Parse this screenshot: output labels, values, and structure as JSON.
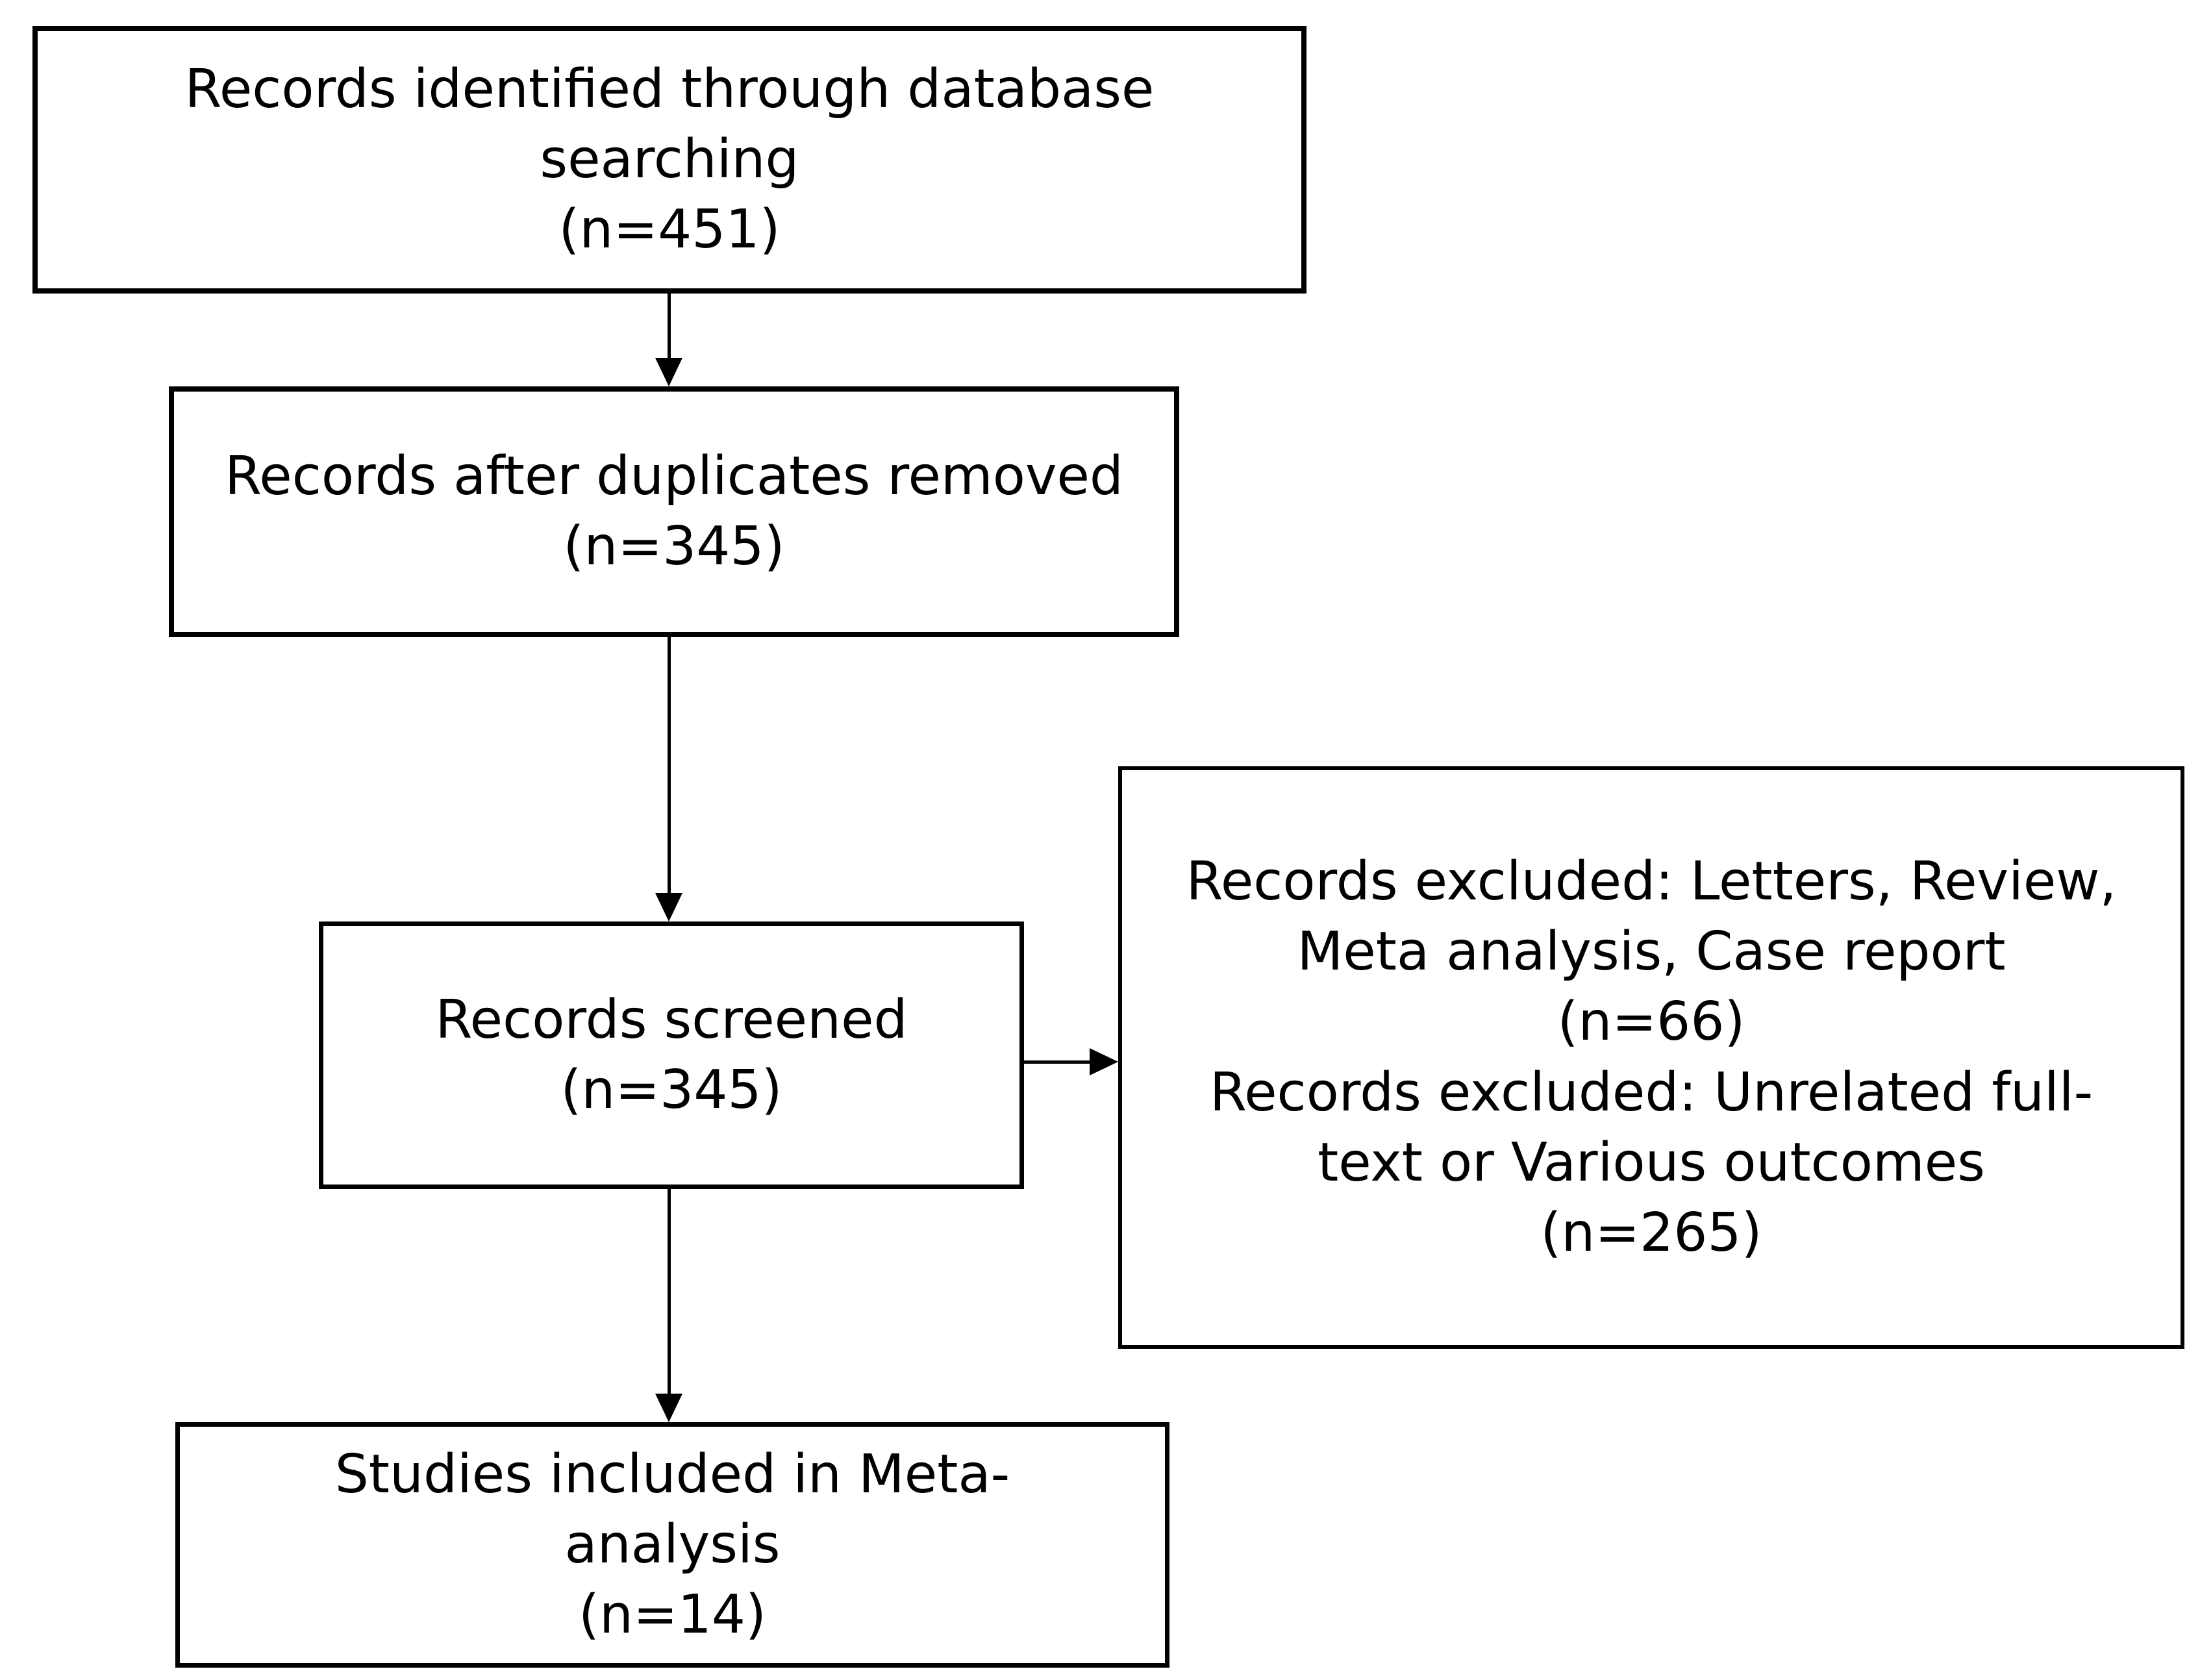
{
  "diagram": {
    "type": "flowchart",
    "colors": {
      "background": "#ffffff",
      "box_fill": "#ffffff",
      "border": "#000000",
      "text": "#000000"
    },
    "boxes": {
      "identified": {
        "lines": [
          "Records identified through database",
          "searching",
          "(n=451)"
        ]
      },
      "duplicates": {
        "lines": [
          "Records after duplicates removed",
          "(n=345)"
        ]
      },
      "screened": {
        "lines": [
          "Records screened",
          "(n=345)"
        ]
      },
      "excluded": {
        "lines": [
          "Records excluded: Letters, Review,",
          "Meta analysis, Case report",
          "(n=66)",
          "Records excluded: Unrelated full-",
          "text or Various outcomes",
          "(n=265)"
        ]
      },
      "included": {
        "lines": [
          "Studies included in Meta-",
          "analysis",
          "(n=14)"
        ]
      }
    },
    "connectors": [
      {
        "from": "identified",
        "to": "duplicates",
        "direction": "down"
      },
      {
        "from": "duplicates",
        "to": "screened",
        "direction": "down"
      },
      {
        "from": "screened",
        "to": "excluded",
        "direction": "right"
      },
      {
        "from": "screened",
        "to": "included",
        "direction": "down"
      }
    ]
  }
}
